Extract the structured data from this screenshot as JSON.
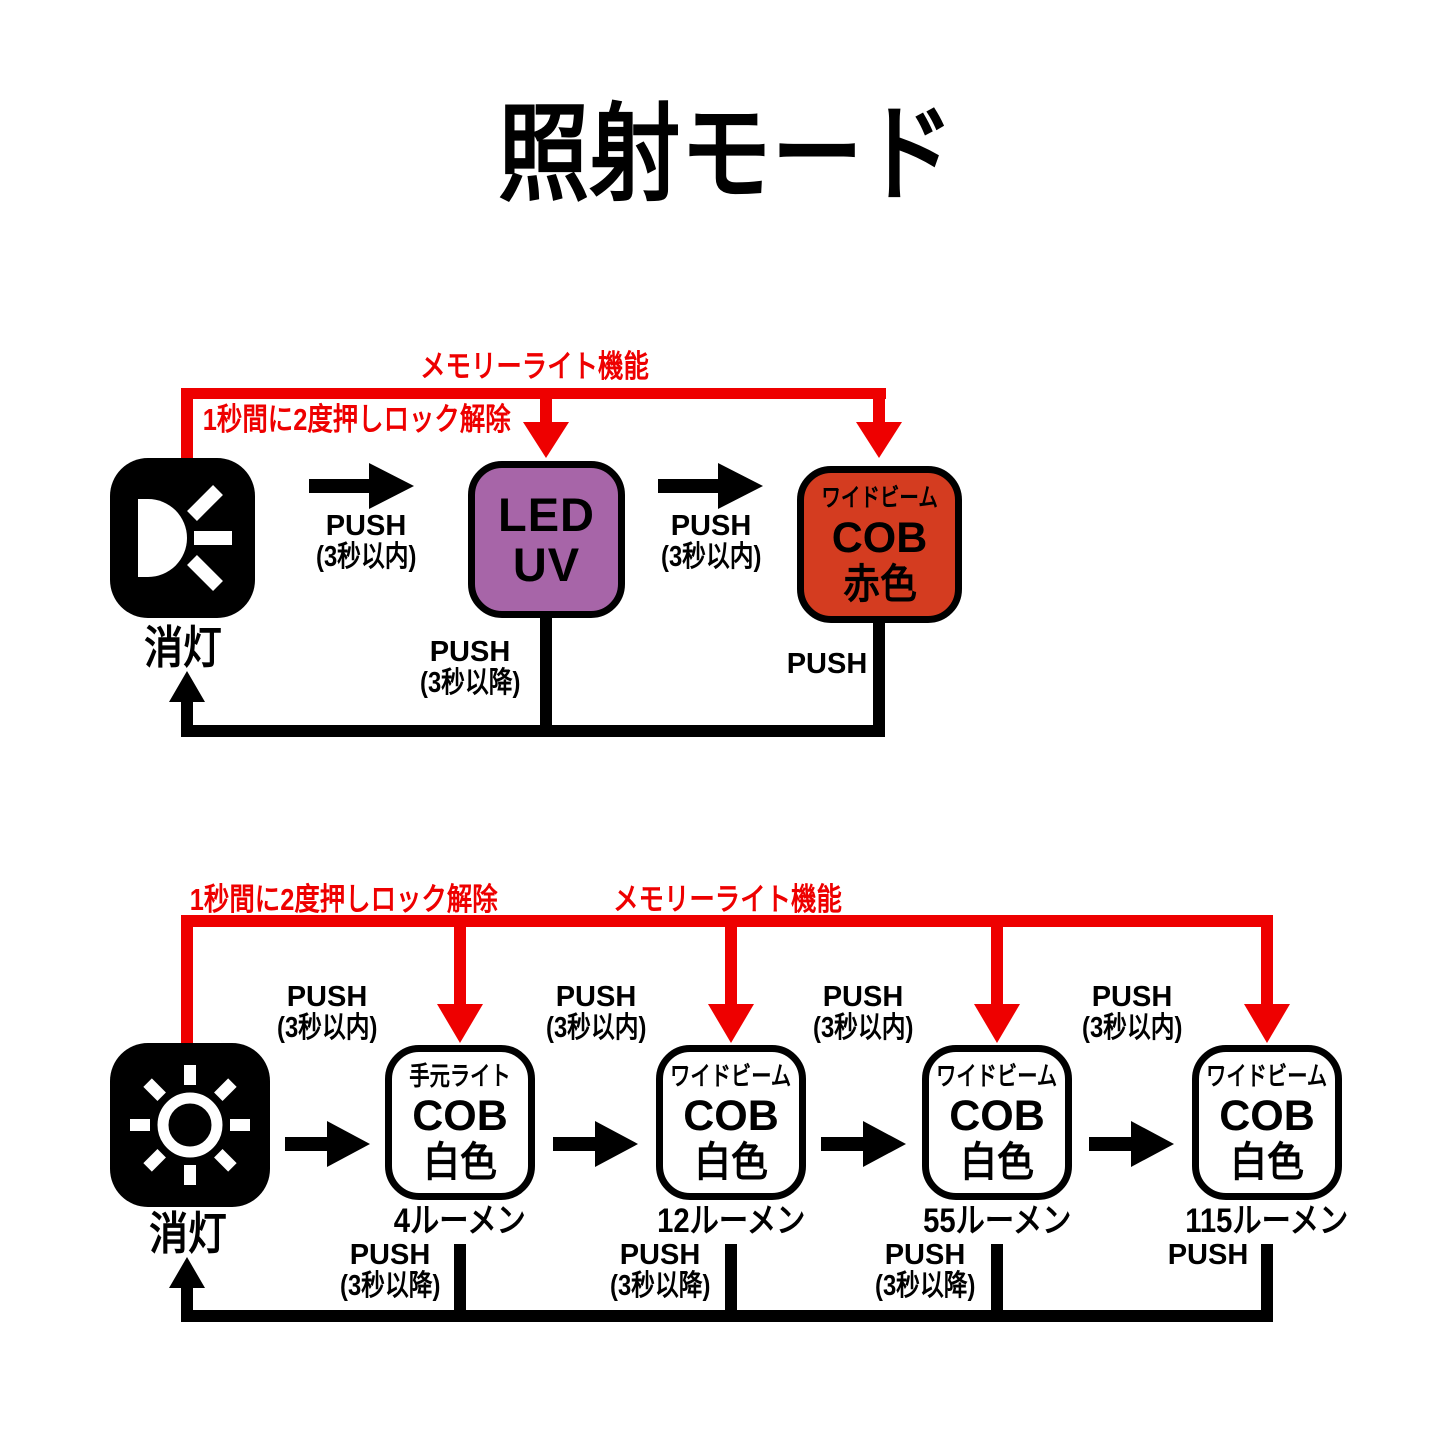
{
  "title": "照射モード",
  "colors": {
    "red": "#ee0000",
    "purple": "#a765a8",
    "cobred": "#d43c20",
    "ink": "#000000"
  },
  "top_diagram": {
    "memory_function_label": "メモリーライト機能",
    "unlock_label": "1秒間に2度押しロック解除",
    "off_node": {
      "label": "消灯",
      "icon": "flashlight-beam-icon"
    },
    "forward_transitions": [
      {
        "action": "PUSH",
        "condition": "(3秒以内)"
      },
      {
        "action": "PUSH",
        "condition": "(3秒以内)"
      }
    ],
    "mode_nodes": [
      {
        "line1": "LED",
        "line2": "UV"
      },
      {
        "line1": "ワイドビーム",
        "line2": "COB",
        "line3": "赤色"
      }
    ],
    "return_transitions": [
      {
        "action": "PUSH",
        "condition": "(3秒以降)"
      },
      {
        "action": "PUSH"
      }
    ]
  },
  "bottom_diagram": {
    "memory_function_label": "メモリーライト機能",
    "unlock_label": "1秒間に2度押しロック解除",
    "off_node": {
      "label": "消灯",
      "icon": "sun-light-icon"
    },
    "forward_transitions": [
      {
        "action": "PUSH",
        "condition": "(3秒以内)"
      },
      {
        "action": "PUSH",
        "condition": "(3秒以内)"
      },
      {
        "action": "PUSH",
        "condition": "(3秒以内)"
      },
      {
        "action": "PUSH",
        "condition": "(3秒以内)"
      }
    ],
    "mode_nodes": [
      {
        "line1": "手元ライト",
        "line2": "COB",
        "line3": "白色",
        "lumens": "4ルーメン"
      },
      {
        "line1": "ワイドビーム",
        "line2": "COB",
        "line3": "白色",
        "lumens": "12ルーメン"
      },
      {
        "line1": "ワイドビーム",
        "line2": "COB",
        "line3": "白色",
        "lumens": "55ルーメン"
      },
      {
        "line1": "ワイドビーム",
        "line2": "COB",
        "line3": "白色",
        "lumens": "115ルーメン"
      }
    ],
    "return_transitions": [
      {
        "action": "PUSH",
        "condition": "(3秒以降)"
      },
      {
        "action": "PUSH",
        "condition": "(3秒以降)"
      },
      {
        "action": "PUSH",
        "condition": "(3秒以降)"
      },
      {
        "action": "PUSH"
      }
    ]
  }
}
